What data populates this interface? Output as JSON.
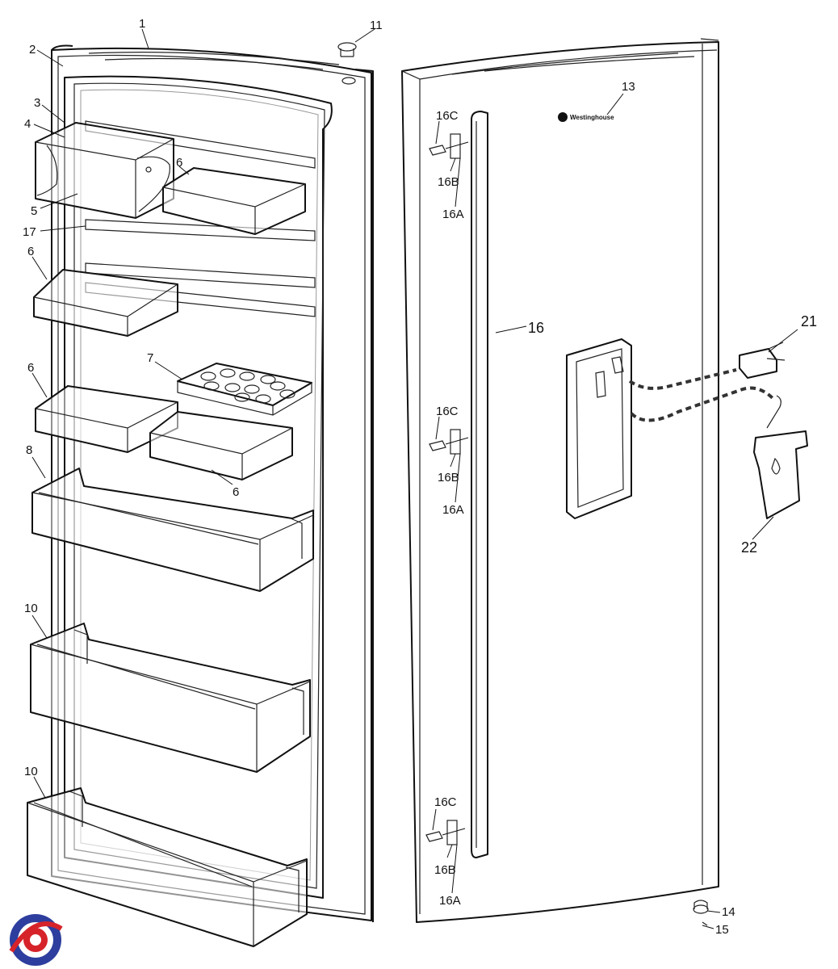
{
  "brand": {
    "name": "Westinghouse"
  },
  "callouts": [
    {
      "id": "c1",
      "text": "1"
    },
    {
      "id": "c2",
      "text": "2"
    },
    {
      "id": "c3",
      "text": "3"
    },
    {
      "id": "c4",
      "text": "4"
    },
    {
      "id": "c5",
      "text": "5"
    },
    {
      "id": "c6a",
      "text": "6"
    },
    {
      "id": "c17",
      "text": "17"
    },
    {
      "id": "c6b",
      "text": "6"
    },
    {
      "id": "c7",
      "text": "7"
    },
    {
      "id": "c6c",
      "text": "6"
    },
    {
      "id": "c6d",
      "text": "6"
    },
    {
      "id": "c8",
      "text": "8"
    },
    {
      "id": "c10a",
      "text": "10"
    },
    {
      "id": "c10b",
      "text": "10"
    },
    {
      "id": "c11",
      "text": "11"
    },
    {
      "id": "c13",
      "text": "13"
    },
    {
      "id": "c16c1",
      "text": "16C"
    },
    {
      "id": "c16b1",
      "text": "16B"
    },
    {
      "id": "c16a1",
      "text": "16A"
    },
    {
      "id": "c16",
      "text": "16"
    },
    {
      "id": "c16c2",
      "text": "16C"
    },
    {
      "id": "c16b2",
      "text": "16B"
    },
    {
      "id": "c16a2",
      "text": "16A"
    },
    {
      "id": "c16c3",
      "text": "16C"
    },
    {
      "id": "c16b3",
      "text": "16B"
    },
    {
      "id": "c16a3",
      "text": "16A"
    },
    {
      "id": "c21",
      "text": "21"
    },
    {
      "id": "c22",
      "text": "22"
    },
    {
      "id": "c14",
      "text": "14"
    },
    {
      "id": "c15",
      "text": "15"
    }
  ]
}
